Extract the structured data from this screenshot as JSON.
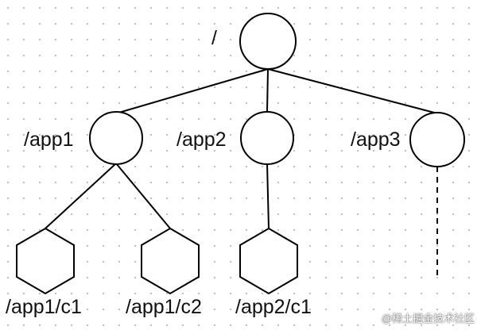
{
  "diagram": {
    "nodes": {
      "root": {
        "label": "/",
        "shape": "circle"
      },
      "app1": {
        "label": "/app1",
        "shape": "circle"
      },
      "app2": {
        "label": "/app2",
        "shape": "circle"
      },
      "app3": {
        "label": "/app3",
        "shape": "circle"
      },
      "app1_c1": {
        "label": "/app1/c1",
        "shape": "hexagon"
      },
      "app1_c2": {
        "label": "/app1/c2",
        "shape": "hexagon"
      },
      "app2_c1": {
        "label": "/app2/c1",
        "shape": "hexagon"
      }
    },
    "edges": [
      {
        "from": "root",
        "to": "app1",
        "style": "solid"
      },
      {
        "from": "root",
        "to": "app2",
        "style": "solid"
      },
      {
        "from": "root",
        "to": "app3",
        "style": "solid"
      },
      {
        "from": "app1",
        "to": "app1_c1",
        "style": "solid"
      },
      {
        "from": "app1",
        "to": "app1_c2",
        "style": "solid"
      },
      {
        "from": "app2",
        "to": "app2_c1",
        "style": "solid"
      },
      {
        "from": "app3",
        "to": "",
        "style": "dashed"
      }
    ]
  },
  "watermark": "@稀土掘金技术社区",
  "colors": {
    "stroke": "#000000",
    "fill": "#ffffff",
    "grid_dot": "#b8b8b8"
  }
}
